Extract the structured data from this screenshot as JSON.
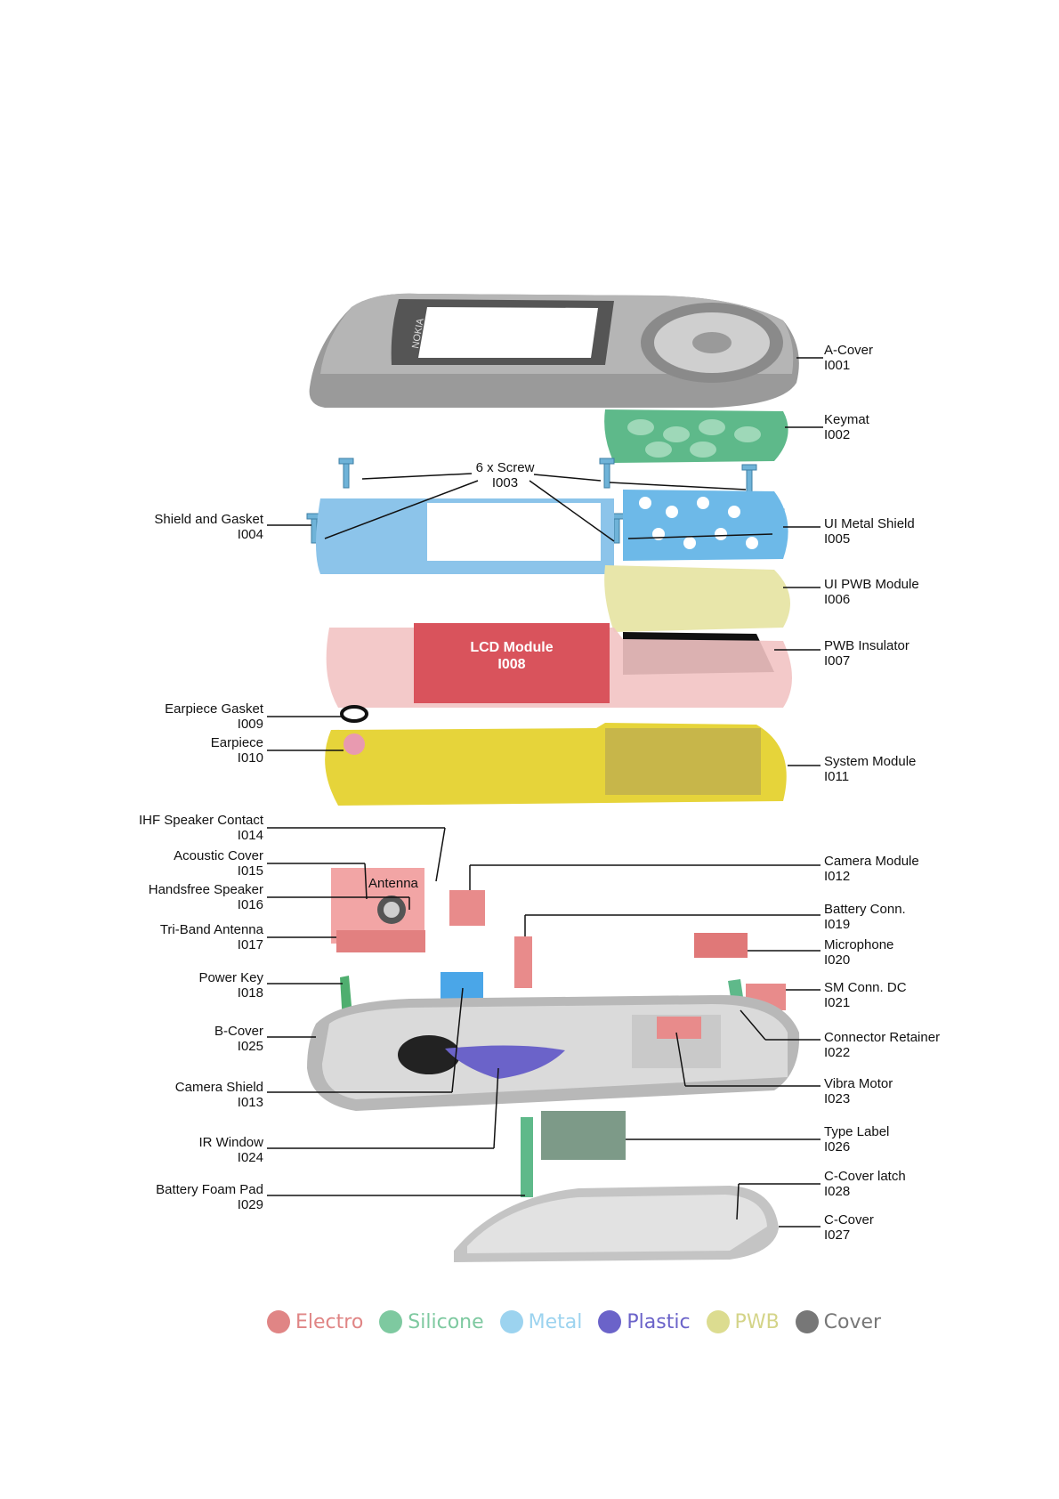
{
  "brand_text": "NOKIA",
  "callouts": {
    "a_cover": {
      "name": "A-Cover",
      "code": "I001"
    },
    "keymat": {
      "name": "Keymat",
      "code": "I002"
    },
    "screw": {
      "name": "6 x Screw",
      "code": "I003"
    },
    "shield_gasket": {
      "name": "Shield and Gasket",
      "code": "I004"
    },
    "ui_metal_shield": {
      "name": "UI Metal Shield",
      "code": "I005"
    },
    "ui_pwb_module": {
      "name": "UI PWB Module",
      "code": "I006"
    },
    "pwb_insulator": {
      "name": "PWB Insulator",
      "code": "I007"
    },
    "lcd_module": {
      "name": "LCD Module",
      "code": "I008"
    },
    "earpiece_gasket": {
      "name": "Earpiece Gasket",
      "code": "I009"
    },
    "earpiece": {
      "name": "Earpiece",
      "code": "I010"
    },
    "system_module": {
      "name": "System Module",
      "code": "I011"
    },
    "ihf_speaker_contact": {
      "name": "IHF Speaker Contact",
      "code": "I014"
    },
    "acoustic_cover": {
      "name": "Acoustic Cover",
      "code": "I015"
    },
    "handsfree_speaker": {
      "name": "Handsfree Speaker",
      "code": "I016"
    },
    "tri_band_antenna": {
      "name": "Tri-Band Antenna",
      "code": "I017"
    },
    "antenna_label": "Antenna",
    "camera_module": {
      "name": "Camera Module",
      "code": "I012"
    },
    "battery_conn": {
      "name": "Battery Conn.",
      "code": "I019"
    },
    "microphone": {
      "name": "Microphone",
      "code": "I020"
    },
    "power_key": {
      "name": "Power Key",
      "code": "I018"
    },
    "sm_conn_dc": {
      "name": "SM Conn. DC",
      "code": "I021"
    },
    "b_cover": {
      "name": "B-Cover",
      "code": "I025"
    },
    "connector_retainer": {
      "name": "Connector Retainer",
      "code": "I022"
    },
    "camera_shield": {
      "name": "Camera Shield",
      "code": "I013"
    },
    "vibra_motor": {
      "name": "Vibra Motor",
      "code": "I023"
    },
    "ir_window": {
      "name": "IR Window",
      "code": "I024"
    },
    "type_label": {
      "name": "Type Label",
      "code": "I026"
    },
    "c_cover_latch": {
      "name": "C-Cover latch",
      "code": "I028"
    },
    "battery_foam_pad": {
      "name": "Battery Foam Pad",
      "code": "I029"
    },
    "c_cover": {
      "name": "C-Cover",
      "code": "I027"
    }
  },
  "legend": [
    {
      "label": "Electro",
      "color": "#e08585"
    },
    {
      "label": "Silicone",
      "color": "#7ec9a0"
    },
    {
      "label": "Metal",
      "color": "#9cd3ef"
    },
    {
      "label": "Plastic",
      "color": "#6b63c9"
    },
    {
      "label": "PWB",
      "color": "#dcdc90"
    },
    {
      "label": "Cover",
      "color": "#777777"
    }
  ]
}
